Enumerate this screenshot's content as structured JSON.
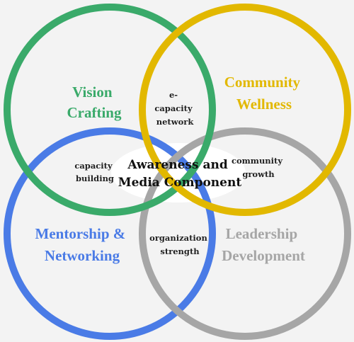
{
  "colors": {
    "background": "#f3f3f3",
    "vision": "#3aaa6a",
    "community": "#e2b800",
    "mentorship": "#4a7be6",
    "leadership": "#a6a6a6",
    "center_fill": "#ffffff"
  },
  "circles": {
    "vision": {
      "line1": "Vision",
      "line2": "Crafting"
    },
    "community": {
      "line1": "Community",
      "line2": "Wellness"
    },
    "mentorship": {
      "line1": "Mentorship &",
      "line2": "Networking"
    },
    "leadership": {
      "line1": "Leadership",
      "line2": "Development"
    }
  },
  "overlaps": {
    "top": {
      "line1": "e-",
      "line2": "capacity",
      "line3": "network"
    },
    "left": {
      "line1": "capacity",
      "line2": "building"
    },
    "right": {
      "line1": "community",
      "line2": "growth"
    },
    "bottom": {
      "line1": "organization",
      "line2": "strength"
    }
  },
  "center": {
    "line1": "Awareness and",
    "line2": "Media Component"
  }
}
